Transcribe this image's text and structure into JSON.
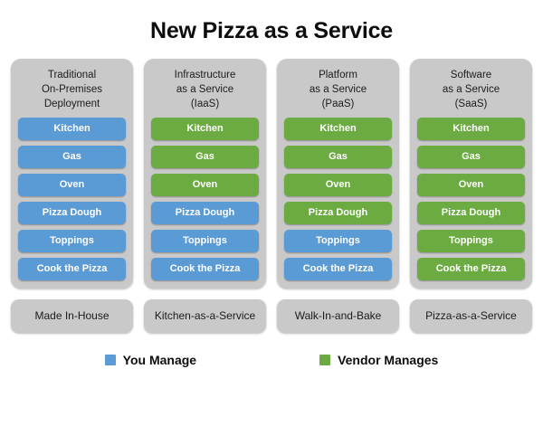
{
  "title": "New Pizza as a Service",
  "colors": {
    "you_manage": "#5b9bd5",
    "vendor_manages": "#6cab42",
    "card_background": "#c9c9c9",
    "page_background": "#ffffff"
  },
  "columns": [
    {
      "header_lines": [
        "Traditional",
        "On-Premises",
        "Deployment"
      ],
      "footer": "Made In-House",
      "items": [
        {
          "label": "Kitchen",
          "owner": "you"
        },
        {
          "label": "Gas",
          "owner": "you"
        },
        {
          "label": "Oven",
          "owner": "you"
        },
        {
          "label": "Pizza Dough",
          "owner": "you"
        },
        {
          "label": "Toppings",
          "owner": "you"
        },
        {
          "label": "Cook the Pizza",
          "owner": "you"
        }
      ]
    },
    {
      "header_lines": [
        "Infrastructure",
        "as a Service",
        "(IaaS)"
      ],
      "footer": "Kitchen-as-a-Service",
      "items": [
        {
          "label": "Kitchen",
          "owner": "vendor"
        },
        {
          "label": "Gas",
          "owner": "vendor"
        },
        {
          "label": "Oven",
          "owner": "vendor"
        },
        {
          "label": "Pizza Dough",
          "owner": "you"
        },
        {
          "label": "Toppings",
          "owner": "you"
        },
        {
          "label": "Cook the Pizza",
          "owner": "you"
        }
      ]
    },
    {
      "header_lines": [
        "Platform",
        "as a Service",
        "(PaaS)"
      ],
      "footer": "Walk-In-and-Bake",
      "items": [
        {
          "label": "Kitchen",
          "owner": "vendor"
        },
        {
          "label": "Gas",
          "owner": "vendor"
        },
        {
          "label": "Oven",
          "owner": "vendor"
        },
        {
          "label": "Pizza Dough",
          "owner": "vendor"
        },
        {
          "label": "Toppings",
          "owner": "you"
        },
        {
          "label": "Cook the Pizza",
          "owner": "you"
        }
      ]
    },
    {
      "header_lines": [
        "Software",
        "as a Service",
        "(SaaS)"
      ],
      "footer": "Pizza-as-a-Service",
      "items": [
        {
          "label": "Kitchen",
          "owner": "vendor"
        },
        {
          "label": "Gas",
          "owner": "vendor"
        },
        {
          "label": "Oven",
          "owner": "vendor"
        },
        {
          "label": "Pizza Dough",
          "owner": "vendor"
        },
        {
          "label": "Toppings",
          "owner": "vendor"
        },
        {
          "label": "Cook the Pizza",
          "owner": "vendor"
        }
      ]
    }
  ],
  "legend": [
    {
      "label": "You Manage",
      "owner": "you"
    },
    {
      "label": "Vendor Manages",
      "owner": "vendor"
    }
  ]
}
